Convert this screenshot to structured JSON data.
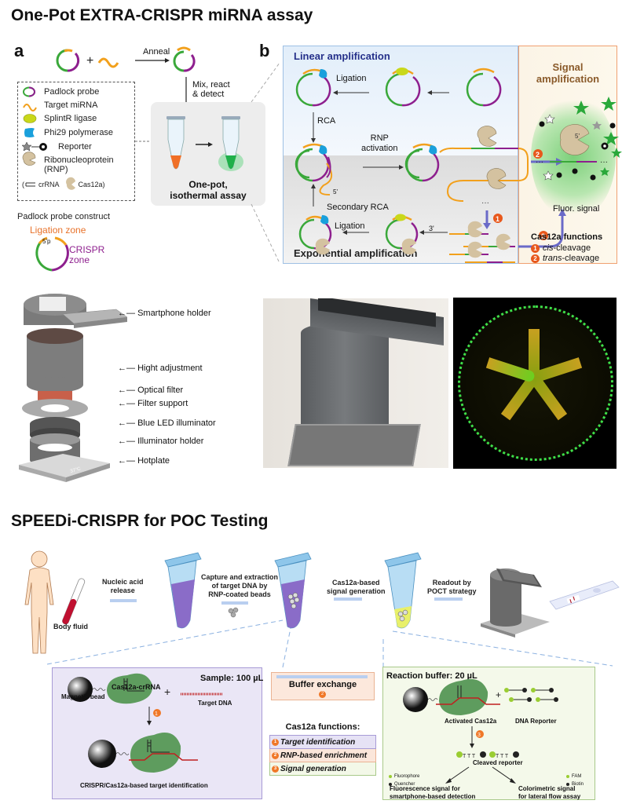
{
  "titles": {
    "top": "One-Pot EXTRA-CRISPR miRNA assay",
    "bottom": "SPEEDi-CRISPR for POC Testing"
  },
  "panel_a": {
    "letter": "a",
    "anneal": "Anneal",
    "mix": [
      "Mix, react",
      "& detect"
    ],
    "onepot": [
      "One-pot,",
      "isothermal assay"
    ],
    "legend": [
      {
        "icon": "padlock-probe-icon",
        "label": "Padlock probe"
      },
      {
        "icon": "target-mirna-icon",
        "label": "Target miRNA"
      },
      {
        "icon": "splintr-ligase-icon",
        "label": "SplintR ligase"
      },
      {
        "icon": "phi29-polymerase-icon",
        "label": "Phi29 polymerase"
      },
      {
        "icon": "reporter-icon",
        "label": "Reporter"
      },
      {
        "icon": "rnp-icon",
        "label": "Ribonucleoprotein"
      },
      {
        "icon": "",
        "label": "(RNP)"
      }
    ],
    "legend_sub": {
      "crrna": "crRNA",
      "cas12a": "Cas12a"
    },
    "construct_title": "Padlock probe construct",
    "ligation_zone": "Ligation zone",
    "five_p": "5'p",
    "crispr_zone": [
      "CRISPR",
      "zone"
    ]
  },
  "panel_b": {
    "letter": "b",
    "linear": "Linear amplification",
    "exponential": "Exponential amplification",
    "signal": [
      "Signal",
      "amplification"
    ],
    "ligation": "Ligation",
    "rca": "RCA",
    "rnp_activation": [
      "RNP",
      "activation"
    ],
    "secondary_rca": "Secondary RCA",
    "ligation2": "Ligation",
    "five_prime": "5'",
    "three_prime": "3'",
    "fluor": "Fluor. signal",
    "functions_title": "Cas12a functions",
    "functions": [
      {
        "num": "1",
        "italic": "cis",
        "rest": "-cleavage"
      },
      {
        "num": "2",
        "italic": "trans",
        "rest": "-cleavage"
      }
    ]
  },
  "device": {
    "labels": [
      "Smartphone holder",
      "Hight adjustment",
      "Optical filter",
      "Filter support",
      "Blue LED illuminator",
      "Illuminator holder",
      "Hotplate"
    ],
    "hotplate_display": "37°C"
  },
  "speedi": {
    "body_fluid": "Body fluid",
    "step1": [
      "Nucleic acid",
      "release"
    ],
    "step2": [
      "Capture and extraction",
      "of target DNA by",
      "RNP-coated beads"
    ],
    "step3": [
      "Cas12a-based",
      "signal generation"
    ],
    "step4": [
      "Readout by",
      "POCT strategy"
    ],
    "sample_box": {
      "title": "Sample: 100 µL",
      "magnetic_bead": "Magnetic bead",
      "cas12a_crrna": "Cas12a-crRNA",
      "target_dna": "Target DNA",
      "step_num": "1",
      "caption": "CRISPR/Cas12a-based target identification"
    },
    "buffer_exchange": {
      "label": "Buffer exchange",
      "num": "2"
    },
    "functions_title": "Cas12a functions:",
    "functions": [
      {
        "num": "1",
        "label": "Target identification",
        "bg": "#e6e2f5",
        "border": "#a89bd6"
      },
      {
        "num": "2",
        "label": "RNP-based enrichment",
        "bg": "#fbe6da",
        "border": "#eab393"
      },
      {
        "num": "3",
        "label": "Signal generation",
        "bg": "#f3f8e8",
        "border": "#a9c98a"
      }
    ],
    "reaction_box": {
      "title": "Reaction buffer: 20 µL",
      "activated": "Activated Cas12a",
      "dna_reporter": "DNA Reporter",
      "step_num": "3",
      "cleaved": "Cleaved reporter",
      "fluorophore": "Fluorophore",
      "quencher": "Quencher",
      "fam": "FAM",
      "biotin": "Biotin",
      "out_left": [
        "Fluorescence signal for",
        "smartphone-based detection"
      ],
      "out_right": [
        "Colorimetric signal",
        "for lateral flow assay"
      ]
    }
  },
  "colors": {
    "green": "#3aa83a",
    "purple": "#8e1f8e",
    "orange": "#f2a01c",
    "badge": "#e8581c",
    "arrow_blue": "#6a6ac8",
    "light_blue_arrow": "#b9cff0"
  }
}
